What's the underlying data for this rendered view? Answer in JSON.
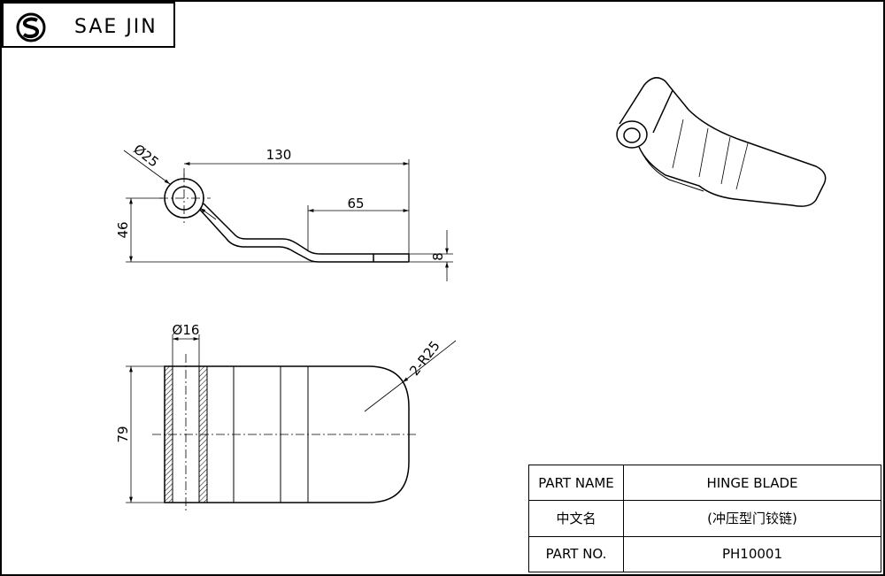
{
  "header": {
    "brand": "SAE JIN",
    "logo_icon": "sj-logo-icon"
  },
  "dimensions": {
    "diameter_25": "Ø25",
    "length_130": "130",
    "length_65": "65",
    "height_46": "46",
    "thickness_8": "8",
    "diameter_16": "Ø16",
    "radius": "2-R25",
    "width_79": "79"
  },
  "title_block": {
    "rows": [
      {
        "label": "PART NAME",
        "value": "HINGE BLADE"
      },
      {
        "label": "中文名",
        "value": "(冲压型门铰链)"
      },
      {
        "label": "PART NO.",
        "value": "PH10001"
      }
    ]
  },
  "colors": {
    "line": "#000000",
    "background": "#ffffff"
  }
}
